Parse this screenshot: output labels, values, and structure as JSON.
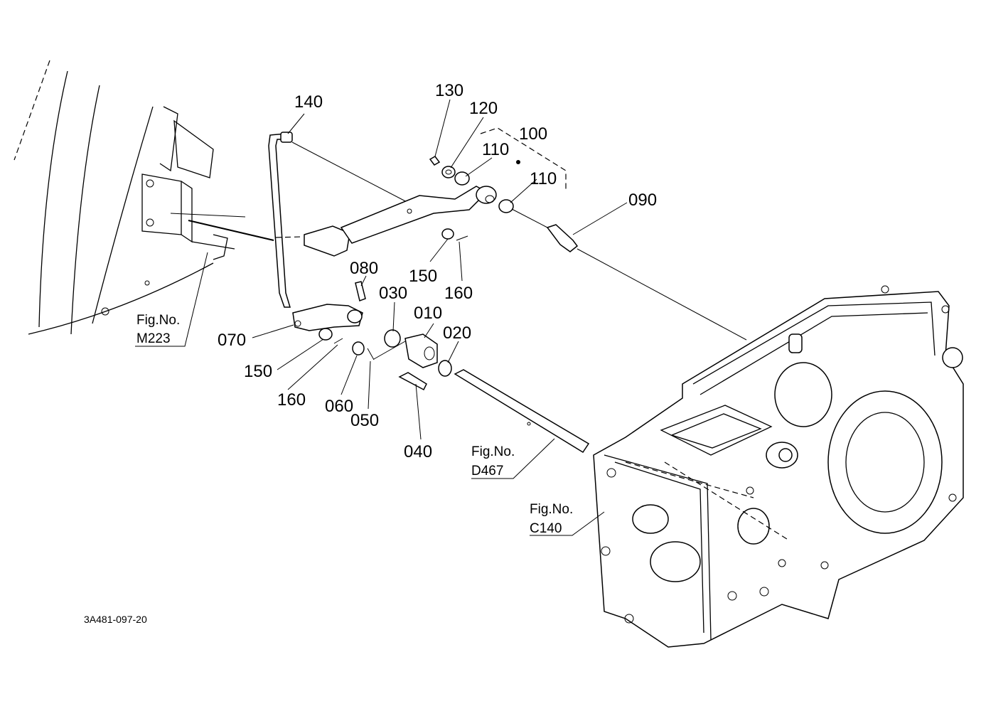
{
  "drawing_code": "3A481-097-20",
  "callouts": [
    {
      "id": "c140",
      "text": "140"
    },
    {
      "id": "c130",
      "text": "130"
    },
    {
      "id": "c120",
      "text": "120"
    },
    {
      "id": "c100",
      "text": "100"
    },
    {
      "id": "c110a",
      "text": "110"
    },
    {
      "id": "c110b",
      "text": "110"
    },
    {
      "id": "c090",
      "text": "090"
    },
    {
      "id": "c150a",
      "text": "150"
    },
    {
      "id": "c160a",
      "text": "160"
    },
    {
      "id": "c080",
      "text": "080"
    },
    {
      "id": "c030",
      "text": "030"
    },
    {
      "id": "c010",
      "text": "010"
    },
    {
      "id": "c020",
      "text": "020"
    },
    {
      "id": "c070",
      "text": "070"
    },
    {
      "id": "c150b",
      "text": "150"
    },
    {
      "id": "c160b",
      "text": "160"
    },
    {
      "id": "c060",
      "text": "060"
    },
    {
      "id": "c050",
      "text": "050"
    },
    {
      "id": "c040",
      "text": "040"
    }
  ],
  "figure_refs": [
    {
      "id": "m223",
      "label": "Fig.No.",
      "number": "M223"
    },
    {
      "id": "d467",
      "label": "Fig.No.",
      "number": "D467"
    },
    {
      "id": "c140ref",
      "label": "Fig.No.",
      "number": "C140"
    }
  ]
}
